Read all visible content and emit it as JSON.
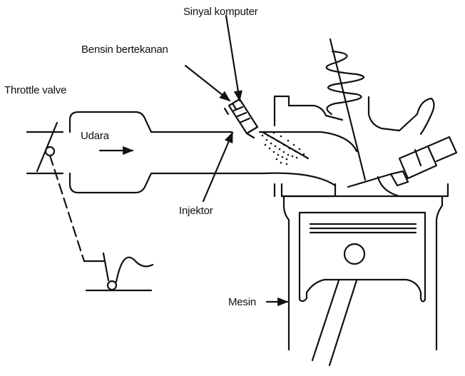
{
  "labels": {
    "computer_signal": "Sinyal komputer",
    "pressurized_fuel": "Bensin bertekanan",
    "throttle_valve": "Throttle valve",
    "air": "Udara",
    "injector": "Injektor",
    "engine": "Mesin"
  },
  "colors": {
    "line": "#111111",
    "background": "#ffffff"
  }
}
